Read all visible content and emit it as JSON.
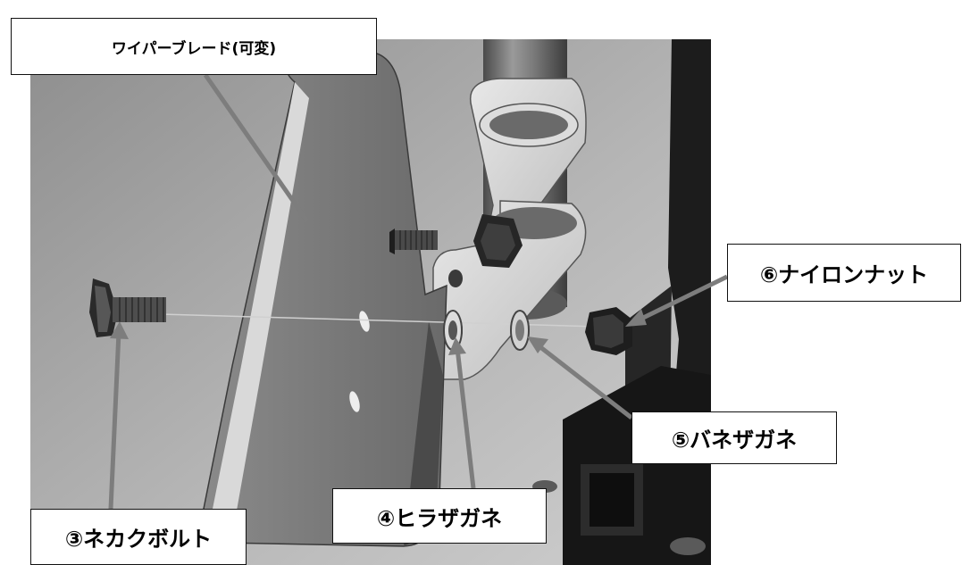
{
  "labels": {
    "wiper_blade": "ワイパーブレード(可変)",
    "nylon_nut": "⑥ナイロンナット",
    "spring_washer": "⑤バネザガネ",
    "flat_washer": "④ヒラザガネ",
    "carriage_bolt": "③ネカクボルト"
  },
  "colors": {
    "callout_arrow": "#7d7d7d",
    "callout_border": "#111111",
    "callout_background": "#ffffff",
    "text": "#000000"
  }
}
